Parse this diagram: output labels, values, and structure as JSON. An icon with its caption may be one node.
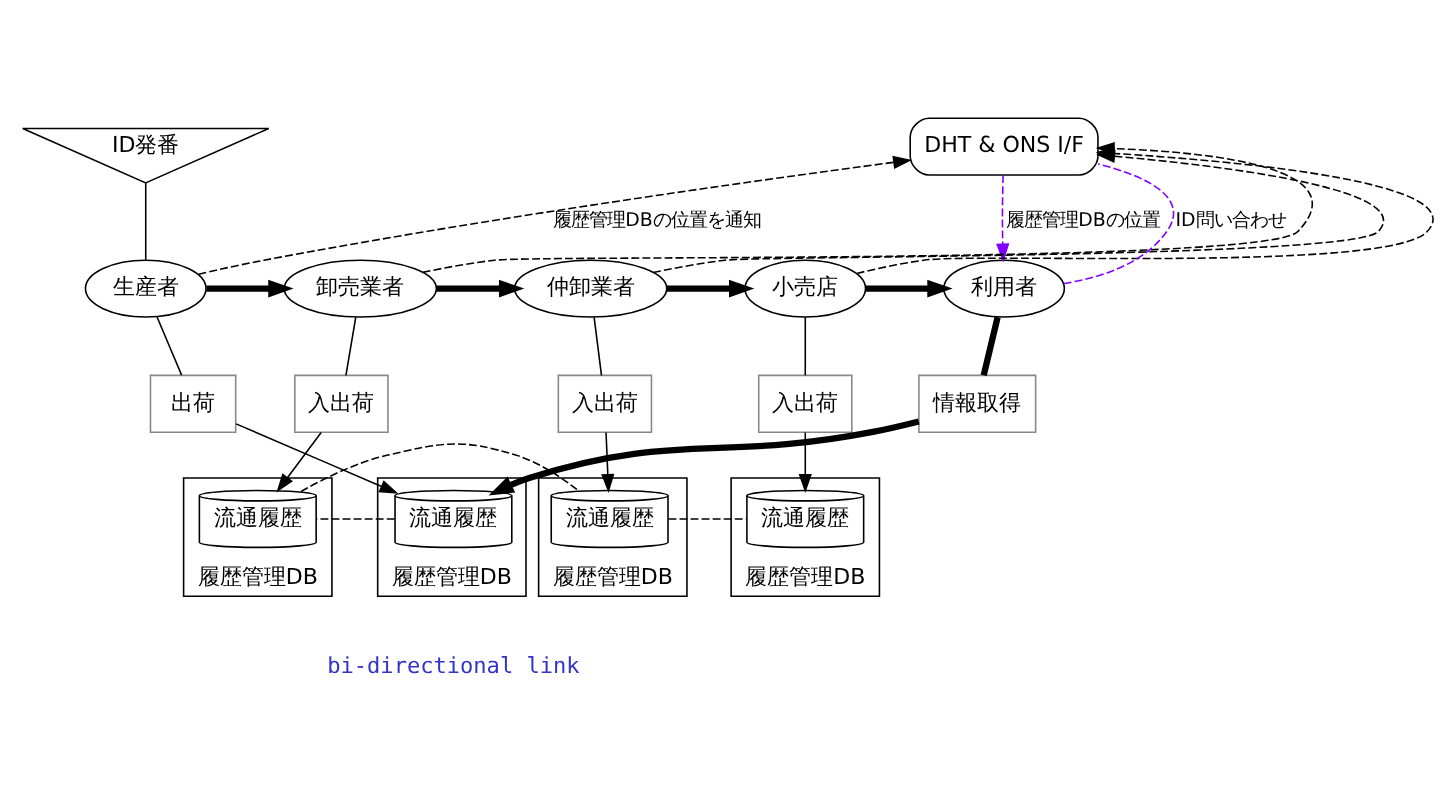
{
  "diagram": {
    "nodes": [
      {
        "text": [
          "DHT & ONS I/F"
        ]
      },
      {
        "text": [
          "ID発番"
        ]
      },
      {
        "text": [
          "生産者"
        ]
      },
      {
        "text": [
          "卸売業者"
        ]
      },
      {
        "text": [
          "仲卸業者"
        ]
      },
      {
        "text": [
          "小売店"
        ]
      },
      {
        "text": [
          "利用者"
        ]
      },
      {
        "text": [
          "出荷"
        ]
      },
      {
        "text": [
          "入出荷"
        ]
      },
      {
        "text": [
          "入出荷"
        ]
      },
      {
        "text": [
          "入出荷"
        ]
      },
      {
        "text": [
          "情報取得"
        ]
      },
      {
        "text": [
          "履歴管理DB"
        ]
      },
      {
        "text": [
          "履歴管理DB"
        ]
      },
      {
        "text": [
          "履歴管理DB"
        ]
      },
      {
        "text": [
          "履歴管理DB"
        ]
      },
      {
        "text": [
          "流通履歴"
        ],
        "in": 12
      },
      {
        "text": [
          "流通履歴"
        ],
        "in": 13
      },
      {
        "text": [
          "流通履歴"
        ],
        "in": 14
      },
      {
        "text": [
          "流通履歴"
        ],
        "in": 15
      }
    ],
    "edges": [
      {
        "from": 1,
        "to": 2,
        "arrow": "none"
      },
      {
        "from": 2,
        "to": 3,
        "arrow": "to",
        "style": "thick"
      },
      {
        "from": 3,
        "to": 4,
        "arrow": "to",
        "style": "thick"
      },
      {
        "from": 4,
        "to": 5,
        "arrow": "to",
        "style": "thick"
      },
      {
        "from": 5,
        "to": 6,
        "arrow": "to",
        "style": "thick"
      },
      {
        "from": 2,
        "to": 0,
        "arrow": "to",
        "style": "dashed",
        "label": "履歴管理DBの位置を通知"
      },
      {
        "from": 3,
        "to": 0,
        "arrow": "to",
        "style": "dashed"
      },
      {
        "from": 4,
        "to": 0,
        "arrow": "to",
        "style": "dashed"
      },
      {
        "from": 5,
        "to": 0,
        "arrow": "to",
        "style": "dashed"
      },
      {
        "from": 0,
        "to": 6,
        "arrow": "to",
        "style": "dashed",
        "color": "#7f00ff",
        "label": "履歴管理DBの位置"
      },
      {
        "from": 6,
        "to": 0,
        "arrow": "none",
        "style": "dashed",
        "color": "#7f00ff",
        "label": "ID問い合わせ"
      },
      {
        "from": 2,
        "to": 7,
        "arrow": "none"
      },
      {
        "from": 3,
        "to": 8,
        "arrow": "none"
      },
      {
        "from": 4,
        "to": 9,
        "arrow": "none"
      },
      {
        "from": 5,
        "to": 10,
        "arrow": "none"
      },
      {
        "from": 6,
        "to": 11,
        "arrow": "none",
        "style": "thick"
      },
      {
        "from": 7,
        "to": 16,
        "arrow": "to"
      },
      {
        "from": 8,
        "to": 17,
        "arrow": "to"
      },
      {
        "from": 9,
        "to": 18,
        "arrow": "to"
      },
      {
        "from": 10,
        "to": 19,
        "arrow": "to"
      },
      {
        "from": 11,
        "to": 16,
        "arrow": "to",
        "style": "thick"
      },
      {
        "from": 16,
        "to": 17,
        "arrow": "none",
        "style": "dashed"
      },
      {
        "from": 17,
        "to": 18,
        "arrow": "none",
        "style": "dashed"
      },
      {
        "from": 18,
        "to": 19,
        "arrow": "none",
        "style": "dashed"
      }
    ],
    "labels": [
      "bi-directional link"
    ]
  }
}
